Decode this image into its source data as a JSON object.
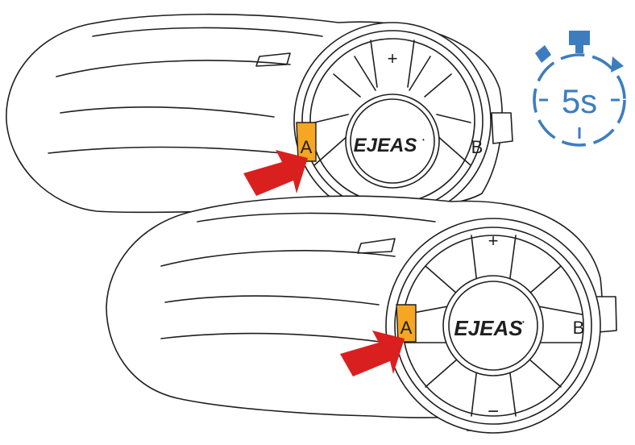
{
  "devices": [
    {
      "id": "device-top",
      "logo_text": "EJEAS",
      "logo_mark": "•",
      "buttons": {
        "plus": "+",
        "a": "A",
        "b": "B"
      },
      "highlighted_button": "A"
    },
    {
      "id": "device-bottom",
      "logo_text": "EJEAS",
      "logo_mark": "•",
      "buttons": {
        "plus": "+",
        "a": "A",
        "b": "B",
        "minus": "−"
      },
      "highlighted_button": "A"
    }
  ],
  "timer": {
    "label": "5s",
    "icon": "stopwatch-icon"
  },
  "colors": {
    "highlight": "#F5A623",
    "arrow": "#D9201F",
    "timer": "#3D7DBF",
    "outline": "#1f1f1f"
  }
}
